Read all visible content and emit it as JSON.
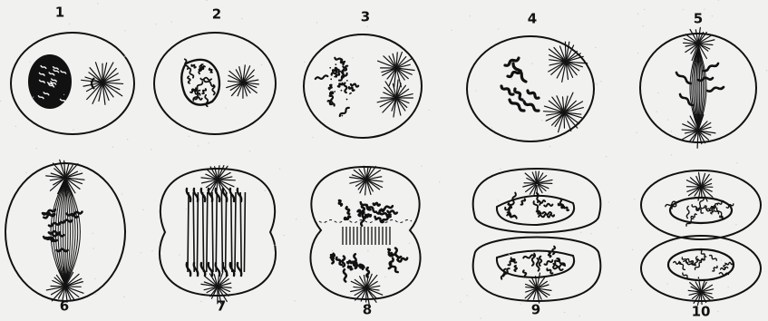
{
  "figure": {
    "ink_color": "#111111",
    "paper_color": "#f1f1ef",
    "stages": [
      {
        "label": "1",
        "phase": "interphase",
        "icon": "cell-interphase-icon"
      },
      {
        "label": "2",
        "phase": "early prophase",
        "icon": "cell-early-prophase-icon"
      },
      {
        "label": "3",
        "phase": "prophase",
        "icon": "cell-prophase-icon"
      },
      {
        "label": "4",
        "phase": "late prophase",
        "icon": "cell-late-prophase-icon"
      },
      {
        "label": "5",
        "phase": "prometaphase",
        "icon": "cell-prometaphase-icon"
      },
      {
        "label": "6",
        "phase": "metaphase",
        "icon": "cell-metaphase-icon"
      },
      {
        "label": "7",
        "phase": "anaphase",
        "icon": "cell-anaphase-icon"
      },
      {
        "label": "8",
        "phase": "telophase",
        "icon": "cell-telophase-icon"
      },
      {
        "label": "9",
        "phase": "late telophase",
        "icon": "cell-late-telophase-icon"
      },
      {
        "label": "10",
        "phase": "daughter cells",
        "icon": "cell-daughter-cells-icon"
      }
    ]
  }
}
